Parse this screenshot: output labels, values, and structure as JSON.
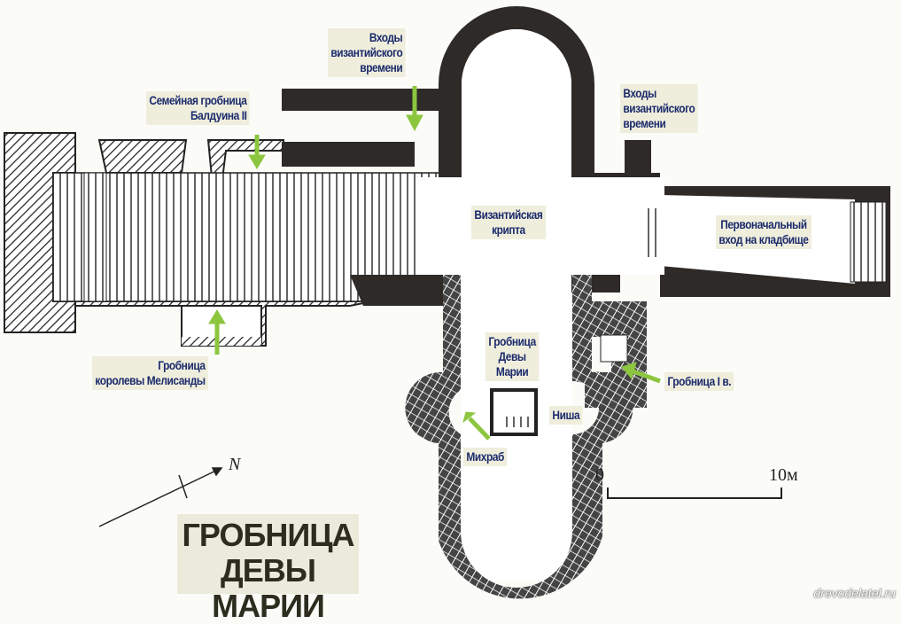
{
  "title": {
    "line1": "ГРОБНИЦА",
    "line2": "ДЕВЫ МАРИИ"
  },
  "labels": {
    "entrances_byz_1": [
      "Входы",
      "византийского",
      "времени"
    ],
    "entrances_byz_2": [
      "Входы",
      "византийского",
      "времени"
    ],
    "baldwin_tomb": [
      "Семейная гробница",
      "Балдуина II"
    ],
    "byz_crypt": [
      "Византийская",
      "крипта"
    ],
    "original_entrance": [
      "Первоначальный",
      "вход на кладбище"
    ],
    "melisende_tomb": [
      "Гробница",
      "королевы Мелисанды"
    ],
    "mary_tomb": [
      "Гробница",
      "Девы",
      "Марии"
    ],
    "tomb_1st_c": "Гробница I в.",
    "niche": "Ниша",
    "mihrab": "Михраб"
  },
  "scale": {
    "start": "0",
    "end": "10м"
  },
  "north": "N",
  "watermark": "drevodelatel.ru",
  "colors": {
    "label_text": "#1b2a6b",
    "label_bg": "#efeedd",
    "arrow": "#8cc63f",
    "wall": "#2e2a28"
  }
}
